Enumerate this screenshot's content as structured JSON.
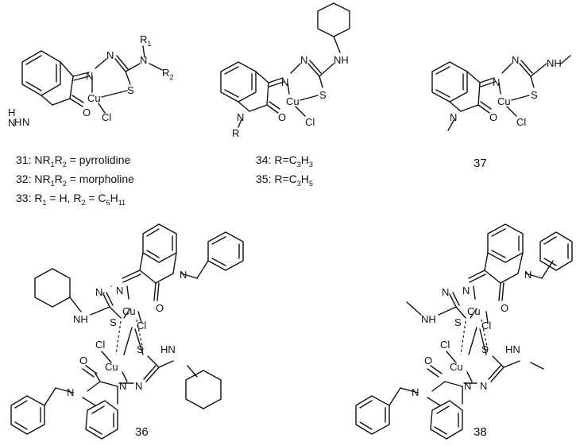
{
  "atoms": {
    "N": "N",
    "NH": "NH",
    "H": "H",
    "O": "O",
    "S": "S",
    "Cu": "Cu",
    "Cl": "Cl",
    "R": "R",
    "R1": "R",
    "R1_sub": "1",
    "R2": "R",
    "R2_sub": "2"
  },
  "captions": {
    "c31_prefix": "31: NR",
    "c31_sub1": "1",
    "c31_mid": "R",
    "c31_sub2": "2",
    "c31_suffix": " = pyrrolidine",
    "c32_prefix": "32: NR",
    "c32_sub1": "1",
    "c32_mid": "R",
    "c32_sub2": "2",
    "c32_suffix": " = morpholine",
    "c33_prefix": "33: R",
    "c33_sub1": "1",
    "c33_mid": " = H, R",
    "c33_sub2": "2",
    "c33_mid2": " = C",
    "c33_sub3": "6",
    "c33_mid3": "H",
    "c33_sub4": "11",
    "c34_prefix": "34: R=C",
    "c34_sub1": "3",
    "c34_mid": "H",
    "c34_sub2": "3",
    "c35_prefix": "35: R=C",
    "c35_sub1": "3",
    "c35_mid": "H",
    "c35_sub2": "5",
    "c37": "37",
    "c36": "36",
    "c38": "38"
  }
}
